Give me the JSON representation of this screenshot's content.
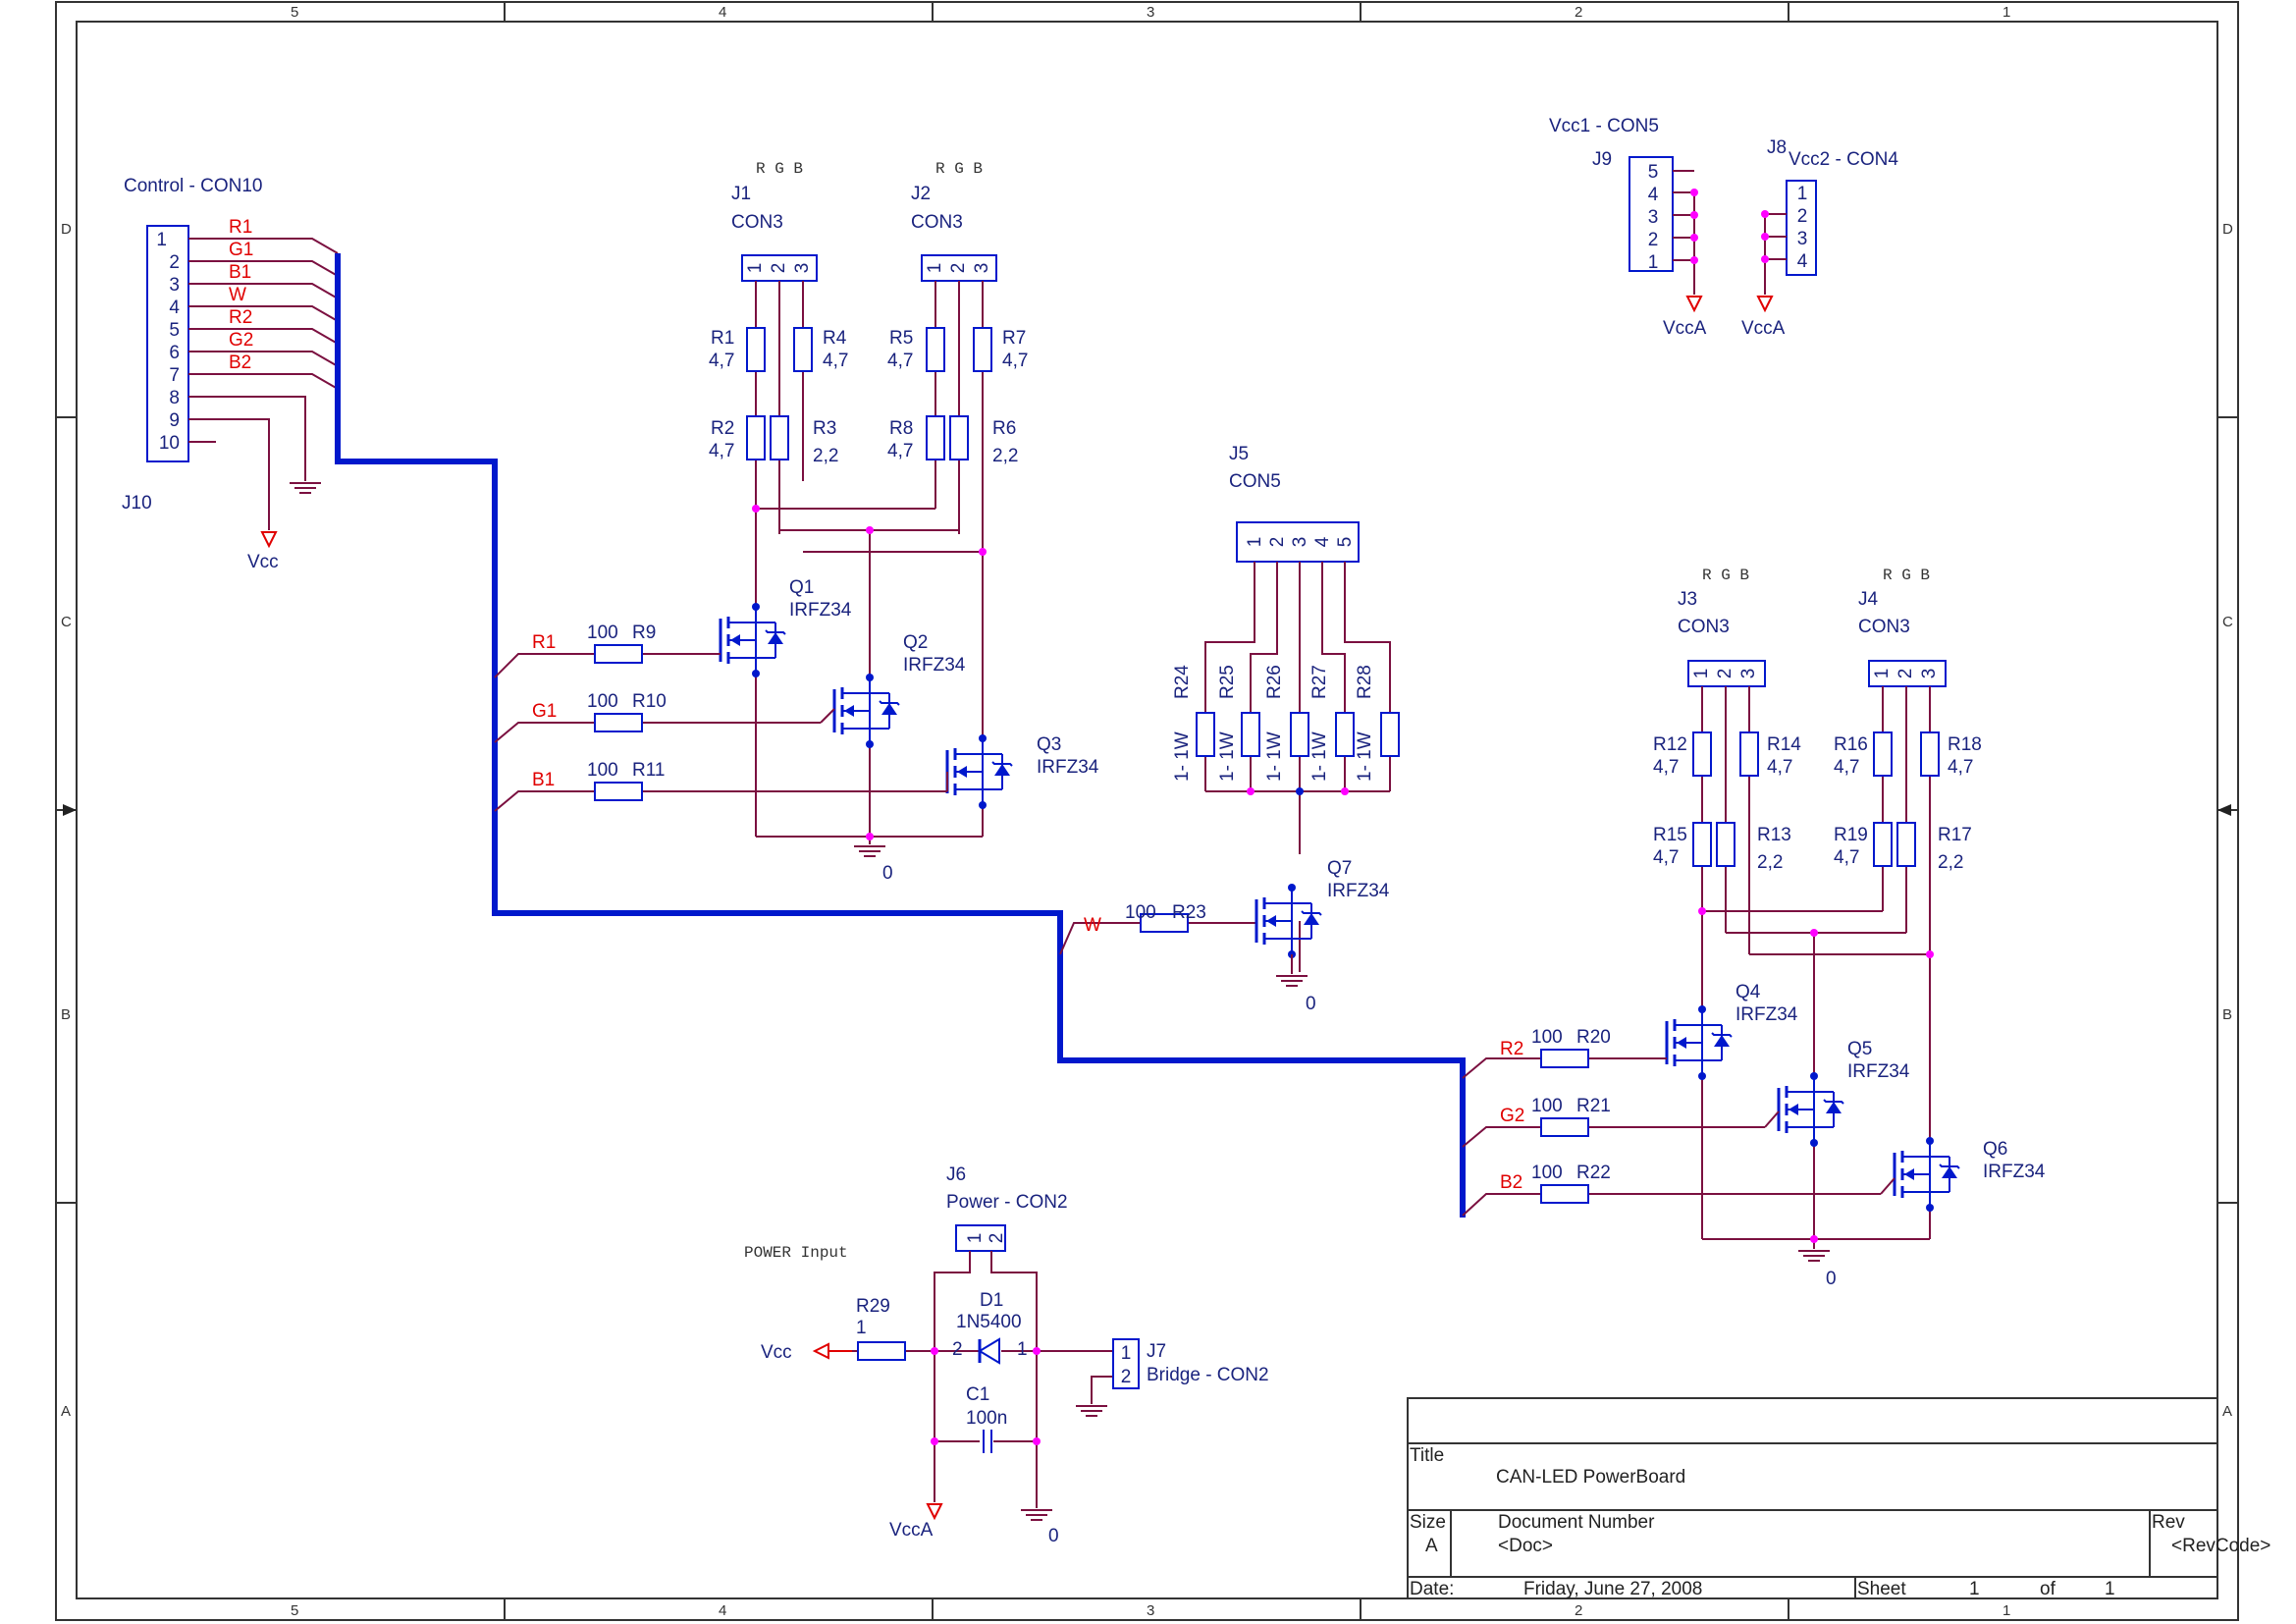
{
  "frame": {
    "columns": [
      "5",
      "4",
      "3",
      "2",
      "1"
    ],
    "rows": [
      "D",
      "C",
      "B",
      "A"
    ]
  },
  "colors": {
    "wire": "#7b1040",
    "component": "#0018cc",
    "junction": "#ff00ff",
    "bus": "#0018cc",
    "net_label": "#e00000",
    "text": "#1a237e"
  },
  "j10": {
    "title": "Control - CON10",
    "ref": "J10",
    "pins": [
      "1",
      "2",
      "3",
      "4",
      "5",
      "6",
      "7",
      "8",
      "9",
      "10"
    ],
    "nets": [
      "R1",
      "G1",
      "B1",
      "W",
      "R2",
      "G2",
      "B2"
    ],
    "power": "Vcc"
  },
  "rgb_label": "R  G  B",
  "j1": {
    "ref": "J1",
    "value": "CON3",
    "pins": [
      "1",
      "2",
      "3"
    ]
  },
  "j2": {
    "ref": "J2",
    "value": "CON3",
    "pins": [
      "1",
      "2",
      "3"
    ]
  },
  "j3": {
    "ref": "J3",
    "value": "CON3",
    "pins": [
      "1",
      "2",
      "3"
    ]
  },
  "j4": {
    "ref": "J4",
    "value": "CON3",
    "pins": [
      "1",
      "2",
      "3"
    ]
  },
  "j5": {
    "ref": "J5",
    "value": "CON5",
    "pins": [
      "1",
      "2",
      "3",
      "4",
      "5"
    ]
  },
  "j9": {
    "title": "Vcc1 - CON5",
    "ref": "J9",
    "pins": [
      "5",
      "4",
      "3",
      "2",
      "1"
    ],
    "power": "VccA"
  },
  "j8": {
    "title": "Vcc2 - CON4",
    "ref": "J8",
    "pins": [
      "1",
      "2",
      "3",
      "4"
    ],
    "power": "VccA"
  },
  "resistors_top_left": [
    {
      "ref": "R1",
      "value": "4,7"
    },
    {
      "ref": "R4",
      "value": "4,7"
    },
    {
      "ref": "R5",
      "value": "4,7"
    },
    {
      "ref": "R7",
      "value": "4,7"
    },
    {
      "ref": "R2",
      "value": "4,7"
    },
    {
      "ref": "R3",
      "value": "2,2"
    },
    {
      "ref": "R8",
      "value": "4,7"
    },
    {
      "ref": "R6",
      "value": "2,2"
    }
  ],
  "resistors_right": [
    {
      "ref": "R12",
      "value": "4,7"
    },
    {
      "ref": "R14",
      "value": "4,7"
    },
    {
      "ref": "R16",
      "value": "4,7"
    },
    {
      "ref": "R18",
      "value": "4,7"
    },
    {
      "ref": "R15",
      "value": "4,7"
    },
    {
      "ref": "R13",
      "value": "2,2"
    },
    {
      "ref": "R19",
      "value": "4,7"
    },
    {
      "ref": "R17",
      "value": "2,2"
    }
  ],
  "power_resistors": [
    {
      "ref": "R24",
      "value": "1- 1W"
    },
    {
      "ref": "R25",
      "value": "1- 1W"
    },
    {
      "ref": "R26",
      "value": "1- 1W"
    },
    {
      "ref": "R27",
      "value": "1- 1W"
    },
    {
      "ref": "R28",
      "value": "1- 1W"
    }
  ],
  "gate_resistors": [
    {
      "net": "R1",
      "value": "100",
      "ref": "R9"
    },
    {
      "net": "G1",
      "value": "100",
      "ref": "R10"
    },
    {
      "net": "B1",
      "value": "100",
      "ref": "R11"
    },
    {
      "net": "W",
      "value": "100",
      "ref": "R23"
    },
    {
      "net": "R2",
      "value": "100",
      "ref": "R20"
    },
    {
      "net": "G2",
      "value": "100",
      "ref": "R21"
    },
    {
      "net": "B2",
      "value": "100",
      "ref": "R22"
    }
  ],
  "mosfets": [
    {
      "ref": "Q1",
      "value": "IRFZ34"
    },
    {
      "ref": "Q2",
      "value": "IRFZ34"
    },
    {
      "ref": "Q3",
      "value": "IRFZ34"
    },
    {
      "ref": "Q7",
      "value": "IRFZ34"
    },
    {
      "ref": "Q4",
      "value": "IRFZ34"
    },
    {
      "ref": "Q5",
      "value": "IRFZ34"
    },
    {
      "ref": "Q6",
      "value": "IRFZ34"
    }
  ],
  "gnd_label": "0",
  "power": {
    "section_label": "POWER Input",
    "j6_ref": "J6",
    "j6_title": "Power - CON2",
    "j6_pins": [
      "1",
      "2"
    ],
    "r29_ref": "R29",
    "r29_value": "1",
    "vcc": "Vcc",
    "vcca": "VccA",
    "d1_ref": "D1",
    "d1_value": "1N5400",
    "d1_pin_a": "2",
    "d1_pin_k": "1",
    "c1_ref": "C1",
    "c1_value": "100n",
    "j7_ref": "J7",
    "j7_title": "Bridge - CON2",
    "j7_pins": [
      "1",
      "2"
    ]
  },
  "title_block": {
    "title_label": "Title",
    "title": "CAN-LED PowerBoard",
    "size_label": "Size",
    "size": "A",
    "docnum_label": "Document Number",
    "docnum": "<Doc>",
    "rev_label": "Rev",
    "rev": "<RevCode>",
    "date_label": "Date:",
    "date": "Friday, June 27, 2008",
    "sheet_label": "Sheet",
    "sheet": "1",
    "of_label": "of",
    "sheets": "1"
  }
}
